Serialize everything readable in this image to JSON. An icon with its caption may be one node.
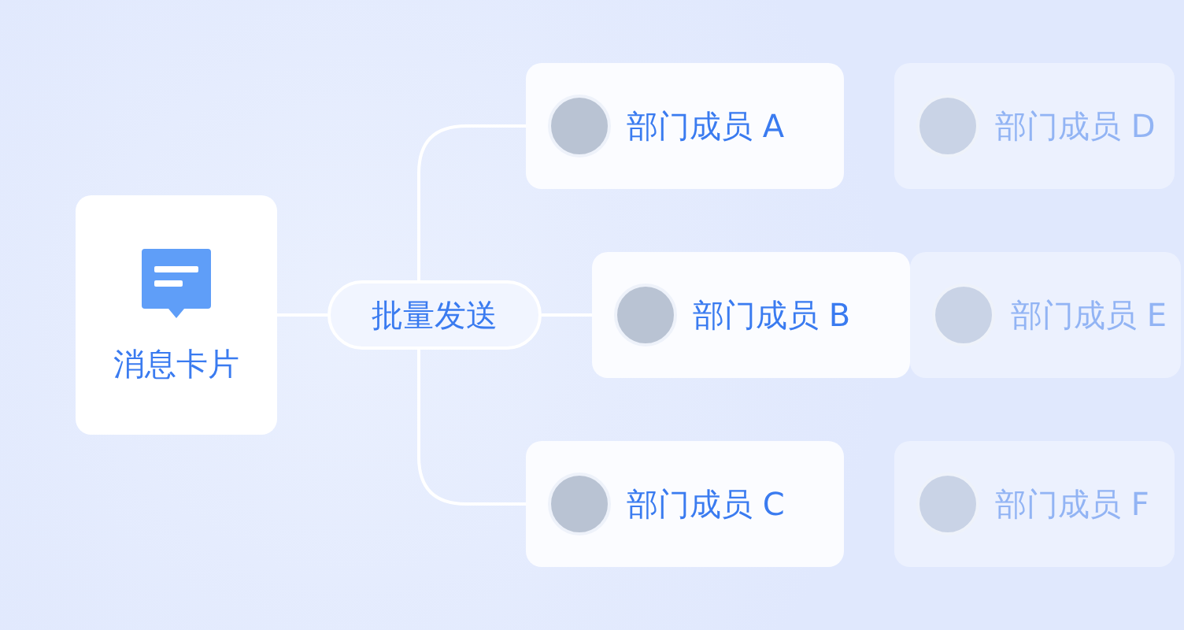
{
  "diagram": {
    "nodes": [
      {
        "text": [
          "消息卡片"
        ]
      },
      {
        "text": [
          "批量发送"
        ]
      },
      {
        "text": [
          "部门成员 A"
        ]
      },
      {
        "text": [
          "部门成员 B"
        ]
      },
      {
        "text": [
          "部门成员 C"
        ]
      },
      {
        "text": [
          "部门成员 D"
        ]
      },
      {
        "text": [
          "部门成员 E"
        ]
      },
      {
        "text": [
          "部门成员 F"
        ]
      }
    ],
    "edges": [
      {
        "from": 0,
        "to": 1,
        "arrow": "none"
      },
      {
        "from": 1,
        "to": 2,
        "arrow": "none"
      },
      {
        "from": 1,
        "to": 3,
        "arrow": "none"
      },
      {
        "from": 1,
        "to": 4,
        "arrow": "none"
      }
    ]
  }
}
